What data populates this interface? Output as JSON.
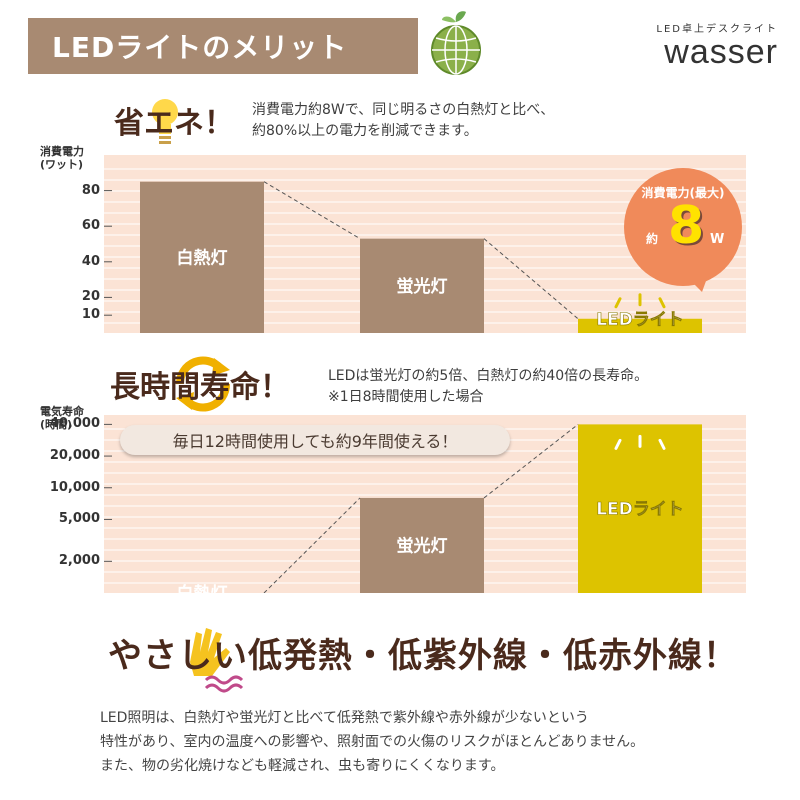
{
  "header": {
    "title": "LEDライトのメリット"
  },
  "brand": {
    "sub": "LED卓上デスクライト",
    "logo": "wasser"
  },
  "energy": {
    "title": "省エネ！",
    "desc_line1": "消費電力約8Wで、同じ明るさの白熱灯と比べ、",
    "desc_line2": "約80%以上の電力を削減できます。",
    "badge": {
      "label": "消費電力(最大)",
      "prefix": "約",
      "value": "8",
      "unit": "W"
    }
  },
  "lifespan": {
    "title": "長時間寿命！",
    "desc_line1": "LEDは蛍光灯の約5倍、白熱灯の約40倍の長寿命。",
    "desc_line2": "※1日8時間使用した場合",
    "callout": "毎日12時間使用しても約9年間使える！"
  },
  "heat": {
    "title": "やさしい低発熱・低紫外線・低赤外線！",
    "line1": "LED照明は、白熱灯や蛍光灯と比べて低発熱で紫外線や赤外線が少ないという",
    "line2": "特性があり、室内の温度への影響や、照射面での火傷のリスクがほとんどありません。",
    "line3": "また、物の劣化焼けなども軽減され、虫も寄りにくくなります。"
  },
  "colors": {
    "bar_brown": "#a88a72",
    "bar_led": "#ddc300",
    "plot_bg": "#fbe3d5",
    "badge": "#f08a5a"
  },
  "chart_data": [
    {
      "type": "bar",
      "ylabel": "消費電力\n(ワット)",
      "yticks": [
        "80",
        "60",
        "40",
        "20",
        "10"
      ],
      "categories": [
        "白熱灯",
        "蛍光灯",
        "LEDライト"
      ],
      "values": [
        85,
        53,
        8
      ],
      "ylim": [
        0,
        100
      ],
      "grid": true
    },
    {
      "type": "bar",
      "ylabel": "電気寿命\n(時間)",
      "yticks": [
        "40,000",
        "20,000",
        "10,000",
        "5,000",
        "2,000"
      ],
      "categories": [
        "白熱灯",
        "蛍光灯",
        "LEDライト"
      ],
      "values": [
        1000,
        8000,
        40000
      ],
      "scale": "log",
      "grid": true
    }
  ]
}
